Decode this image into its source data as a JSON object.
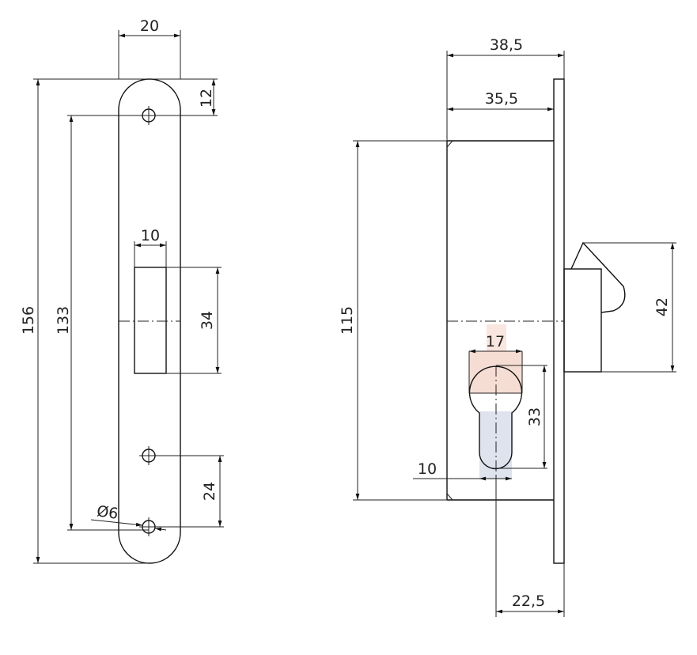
{
  "strike_plate": {
    "dims": {
      "width": "20",
      "top_hole_offset": "12",
      "overall_height": "156",
      "hole_spacing": "133",
      "slot_width": "10",
      "slot_height": "34",
      "lower_hole_spacing": "24",
      "hole_diameter": "Ø6"
    }
  },
  "lock_body": {
    "dims": {
      "depth_with_faceplate": "38,5",
      "body_depth": "35,5",
      "body_height": "115",
      "cylinder_width": "17",
      "cylinder_height": "33",
      "cylinder_slot_width": "10",
      "backset": "22,5",
      "latch_height": "42"
    }
  },
  "colors": {
    "line": "#111111",
    "highlight_pink": "#f6ddd3",
    "highlight_blue": "#dfe3ee"
  }
}
